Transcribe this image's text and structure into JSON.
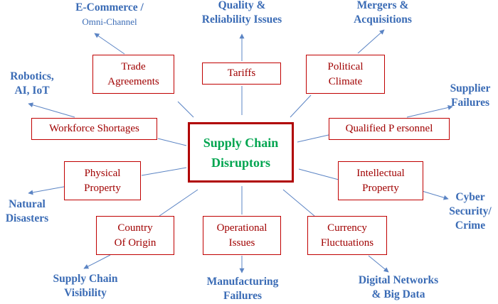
{
  "center": {
    "lines": [
      "Supply Chain",
      "Disruptors"
    ]
  },
  "disruptors": [
    {
      "id": "trade-agreements",
      "lines": [
        "Trade",
        "Agreements"
      ]
    },
    {
      "id": "tariffs",
      "lines": [
        "Tariffs"
      ]
    },
    {
      "id": "political-climate",
      "lines": [
        "Political",
        "Climate"
      ]
    },
    {
      "id": "workforce-shortages",
      "lines": [
        "Workforce Shortages"
      ]
    },
    {
      "id": "qualified-personnel",
      "lines": [
        "Qualified P ersonnel"
      ]
    },
    {
      "id": "physical-property",
      "lines": [
        "Physical",
        "Property"
      ]
    },
    {
      "id": "intellectual-property",
      "lines": [
        "Intellectual",
        "Property"
      ]
    },
    {
      "id": "country-of-origin",
      "lines": [
        "Country",
        "Of Origin"
      ]
    },
    {
      "id": "operational-issues",
      "lines": [
        "Operational",
        "Issues"
      ]
    },
    {
      "id": "currency-fluctuations",
      "lines": [
        "Currency",
        "Fluctuations"
      ]
    }
  ],
  "outcomes": [
    {
      "id": "e-commerce",
      "lines": [
        "E-Commerce /"
      ],
      "sub": "Omni-Channel"
    },
    {
      "id": "quality-reliability",
      "lines": [
        "Quality &",
        "Reliability Issues"
      ]
    },
    {
      "id": "mergers-acquisitions",
      "lines": [
        "Mergers &",
        "Acquisitions"
      ]
    },
    {
      "id": "robotics-ai-iot",
      "lines": [
        "Robotics,",
        "AI, IoT"
      ]
    },
    {
      "id": "supplier-failures",
      "lines": [
        "Supplier",
        "Failures"
      ]
    },
    {
      "id": "natural-disasters",
      "lines": [
        "Natural",
        "Disasters"
      ]
    },
    {
      "id": "cyber-security-crime",
      "lines": [
        "Cyber",
        "Security/",
        "Crime"
      ]
    },
    {
      "id": "supply-chain-visibility",
      "lines": [
        "Supply Chain",
        "Visibility"
      ]
    },
    {
      "id": "manufacturing-failures",
      "lines": [
        "Manufacturing",
        "Failures"
      ]
    },
    {
      "id": "digital-networks-big-data",
      "lines": [
        "Digital Networks",
        "& Big Data"
      ]
    }
  ],
  "colors": {
    "box_border": "#c00000",
    "box_text": "#a00000",
    "center_text": "#00a550",
    "outcome_text": "#3a6bb5",
    "connector": "#5b84c4"
  }
}
